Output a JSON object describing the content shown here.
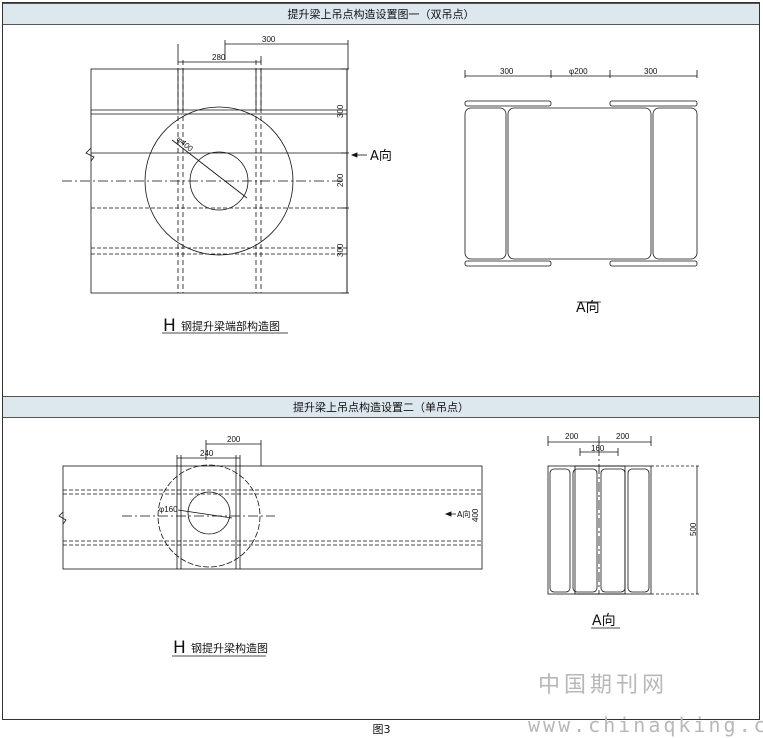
{
  "section1": {
    "title": "提升梁上吊点构造设置图一（双吊点）",
    "left_caption_letter": "H",
    "left_caption": "钢提升梁端部构造图",
    "direction_label": "A向",
    "view_label": "A向",
    "dims": {
      "top_300": "300",
      "top_280": "280",
      "right_300a": "300",
      "right_200": "200",
      "right_300b": "300",
      "circle": "φ400",
      "view_300a": "300",
      "view_200": "φ200",
      "view_300b": "300"
    }
  },
  "section2": {
    "title": "提升梁上吊点构造设置二（单吊点）",
    "left_caption_letter": "H",
    "left_caption": "钢提升梁构造图",
    "direction_label": "A向",
    "view_label": "A向",
    "dims": {
      "top_200": "200",
      "top_240": "240",
      "circle": "φ160",
      "right_400": "400",
      "view_200a": "200",
      "view_200b": "200",
      "view_160": "160",
      "view_500": "500"
    }
  },
  "figure_caption": "图3",
  "watermark": {
    "cn": "中国期刊网",
    "url": "www.chinaqking.com"
  }
}
